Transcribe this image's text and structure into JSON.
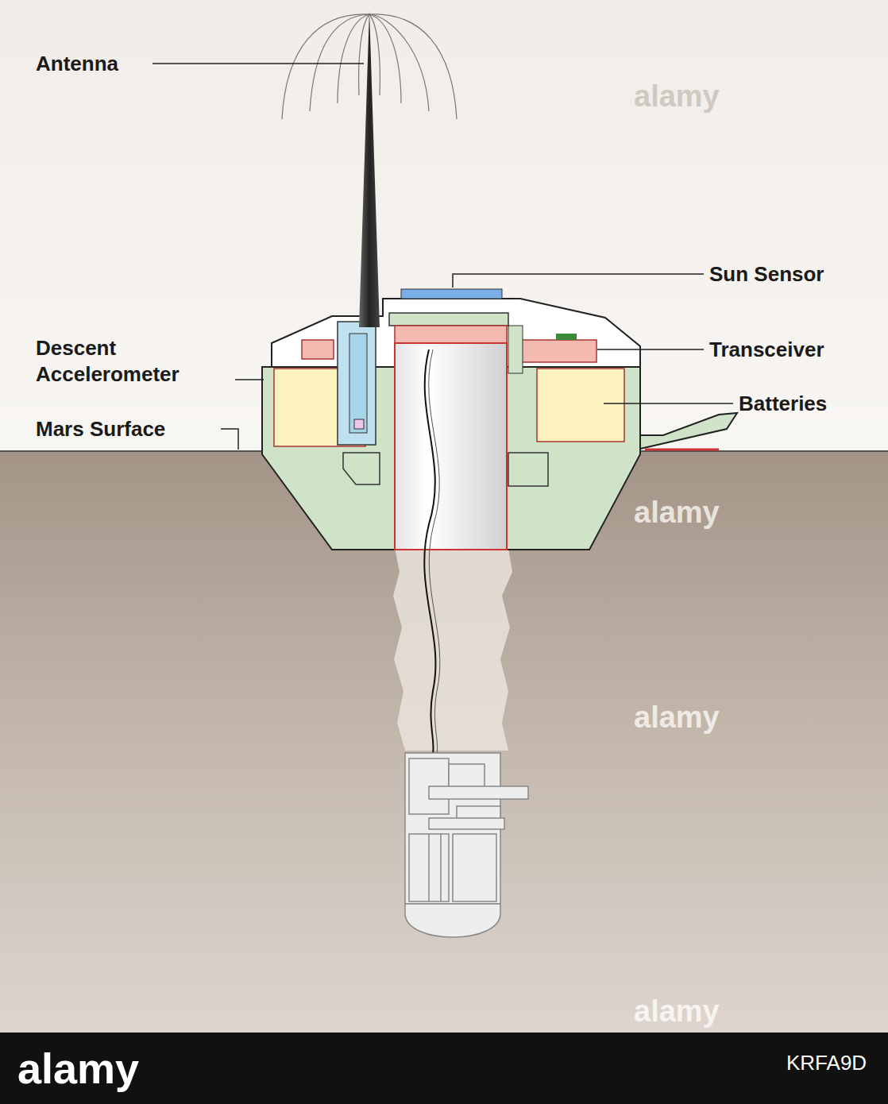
{
  "diagram": {
    "labels": [
      "Antenna",
      "Sun Sensor",
      "Descent Accelerometer",
      "Transceiver",
      "Mars Surface",
      "Batteries",
      "alamy",
      "alamy",
      "alamy",
      "alamy",
      "alamy",
      "KRFA9D"
    ]
  }
}
